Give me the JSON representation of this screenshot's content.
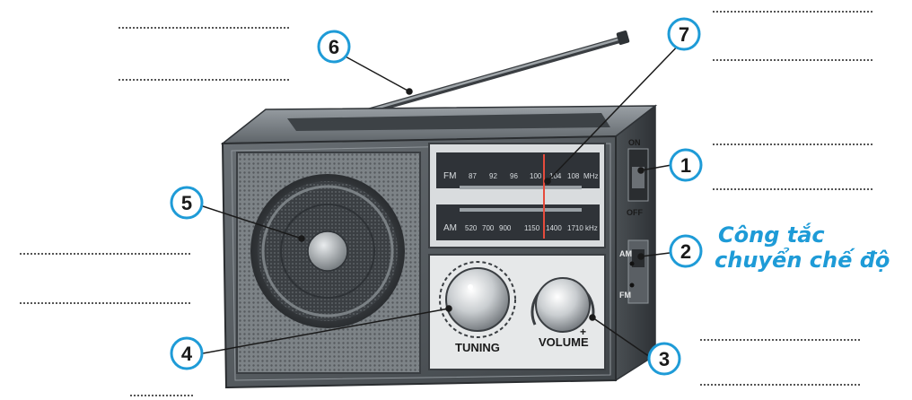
{
  "callouts": [
    "1",
    "2",
    "3",
    "4",
    "5",
    "6",
    "7"
  ],
  "knobs": {
    "tuning": "TUNING",
    "volume": "VOLUME",
    "plus": "+"
  },
  "switch_labels": {
    "on": "ON",
    "off": "OFF",
    "am": "AM",
    "fm": "FM"
  },
  "dial": {
    "fm_band": "FM",
    "am_band": "AM",
    "fm_scale": [
      "87",
      "92",
      "96",
      "100",
      "104",
      "108",
      "MHz"
    ],
    "am_scale": [
      "520",
      "700",
      "900",
      "1150",
      "1400",
      "1710",
      "kHz"
    ]
  },
  "mode_switch_caption": {
    "line1": "Công tắc",
    "line2": "chuyển chế độ"
  },
  "colors": {
    "callout": "#1e9bd7",
    "body": "#5c6166",
    "dial": "#2f3338"
  }
}
